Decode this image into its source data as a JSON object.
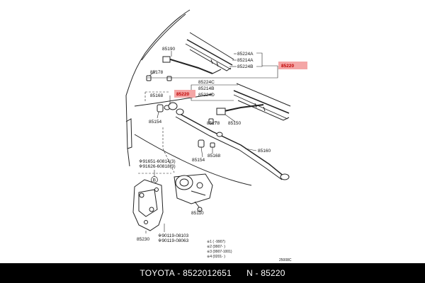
{
  "colors": {
    "highlight_fill": "#f4a6a6",
    "highlight_text": "#c00000",
    "footer_bg": "#000000",
    "footer_text": "#ffffff"
  },
  "labels": {
    "p85190": "85190",
    "p85178a": "85178",
    "p85168": "85168",
    "p85154a": "85154",
    "p85224a_top": "85224A",
    "p85214a_top": "85214A",
    "p85224b_top": "85224B",
    "p85220_right": "85220",
    "p85224c": "85224C",
    "p85214b": "85214B",
    "p85224d": "85224D",
    "p85220_left": "85220",
    "p85178b": "85178",
    "p85150": "85150",
    "p85160": "85160",
    "p85154b": "85154",
    "p85168b": "85168",
    "p91651": "※91651-60814(3)",
    "p91626": "※91626-60818(3)",
    "pB": "B",
    "p85110": "85110",
    "p85230": "85230",
    "p90119a": "※90119-08103",
    "p90119b": "※90119-08063",
    "note1": "※1   (   -9907)",
    "note2": "※2  (9907-     )",
    "note3": "※3  (9907-1001)",
    "note4": "※4  (0201-     )",
    "code": "25008C"
  },
  "footer": {
    "brand": "TOYOTA",
    "part_number": "8522012651",
    "ref": "N - 85220"
  }
}
